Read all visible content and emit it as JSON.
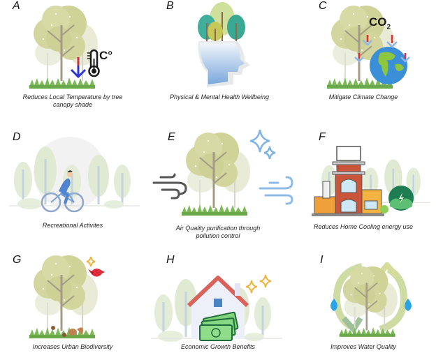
{
  "panels": [
    {
      "letter": "A",
      "caption": "Reduces Local Temperature by tree canopy shade",
      "icon": "thermometer-down-icon",
      "extra_label": "C°"
    },
    {
      "letter": "B",
      "caption": "Physical & Mental Health Wellbeing",
      "icon": "head-with-trees-icon"
    },
    {
      "letter": "C",
      "caption": "Mitigate Climate Change",
      "icon": "co2-earth-icon",
      "extra_label": "CO",
      "extra_sub": "2"
    },
    {
      "letter": "D",
      "caption": "Recreational Activites",
      "icon": "cyclist-icon"
    },
    {
      "letter": "E",
      "caption": "Air Quality purification through pollution control",
      "icon": "wind-sparkle-icon"
    },
    {
      "letter": "F",
      "caption": "Reduces Home Cooling energy use",
      "icon": "house-energy-icon"
    },
    {
      "letter": "G",
      "caption": "Increases Urban Biodiversity",
      "icon": "bird-squirrel-icon"
    },
    {
      "letter": "H",
      "caption": "Economic Growth Benefits",
      "icon": "house-money-icon"
    },
    {
      "letter": "I",
      "caption": "Improves Water Quality",
      "icon": "water-cycle-icon"
    }
  ],
  "colors": {
    "canopy": "#cfd49a",
    "canopy_light": "#e6e8cc",
    "trunk": "#9c9280",
    "grass": "#6fb04c",
    "arrow_blue": "#2b35d8",
    "arrow_red": "#e0303a",
    "earth_blue": "#3a8fd8",
    "earth_green": "#8dc63f",
    "money_green": "#7ed37a",
    "roof_red": "#d9625b",
    "sparkle_gold": "#f0b43c",
    "sparkle_blue": "#7fb3e6",
    "water_blue": "#2aa3e8"
  }
}
